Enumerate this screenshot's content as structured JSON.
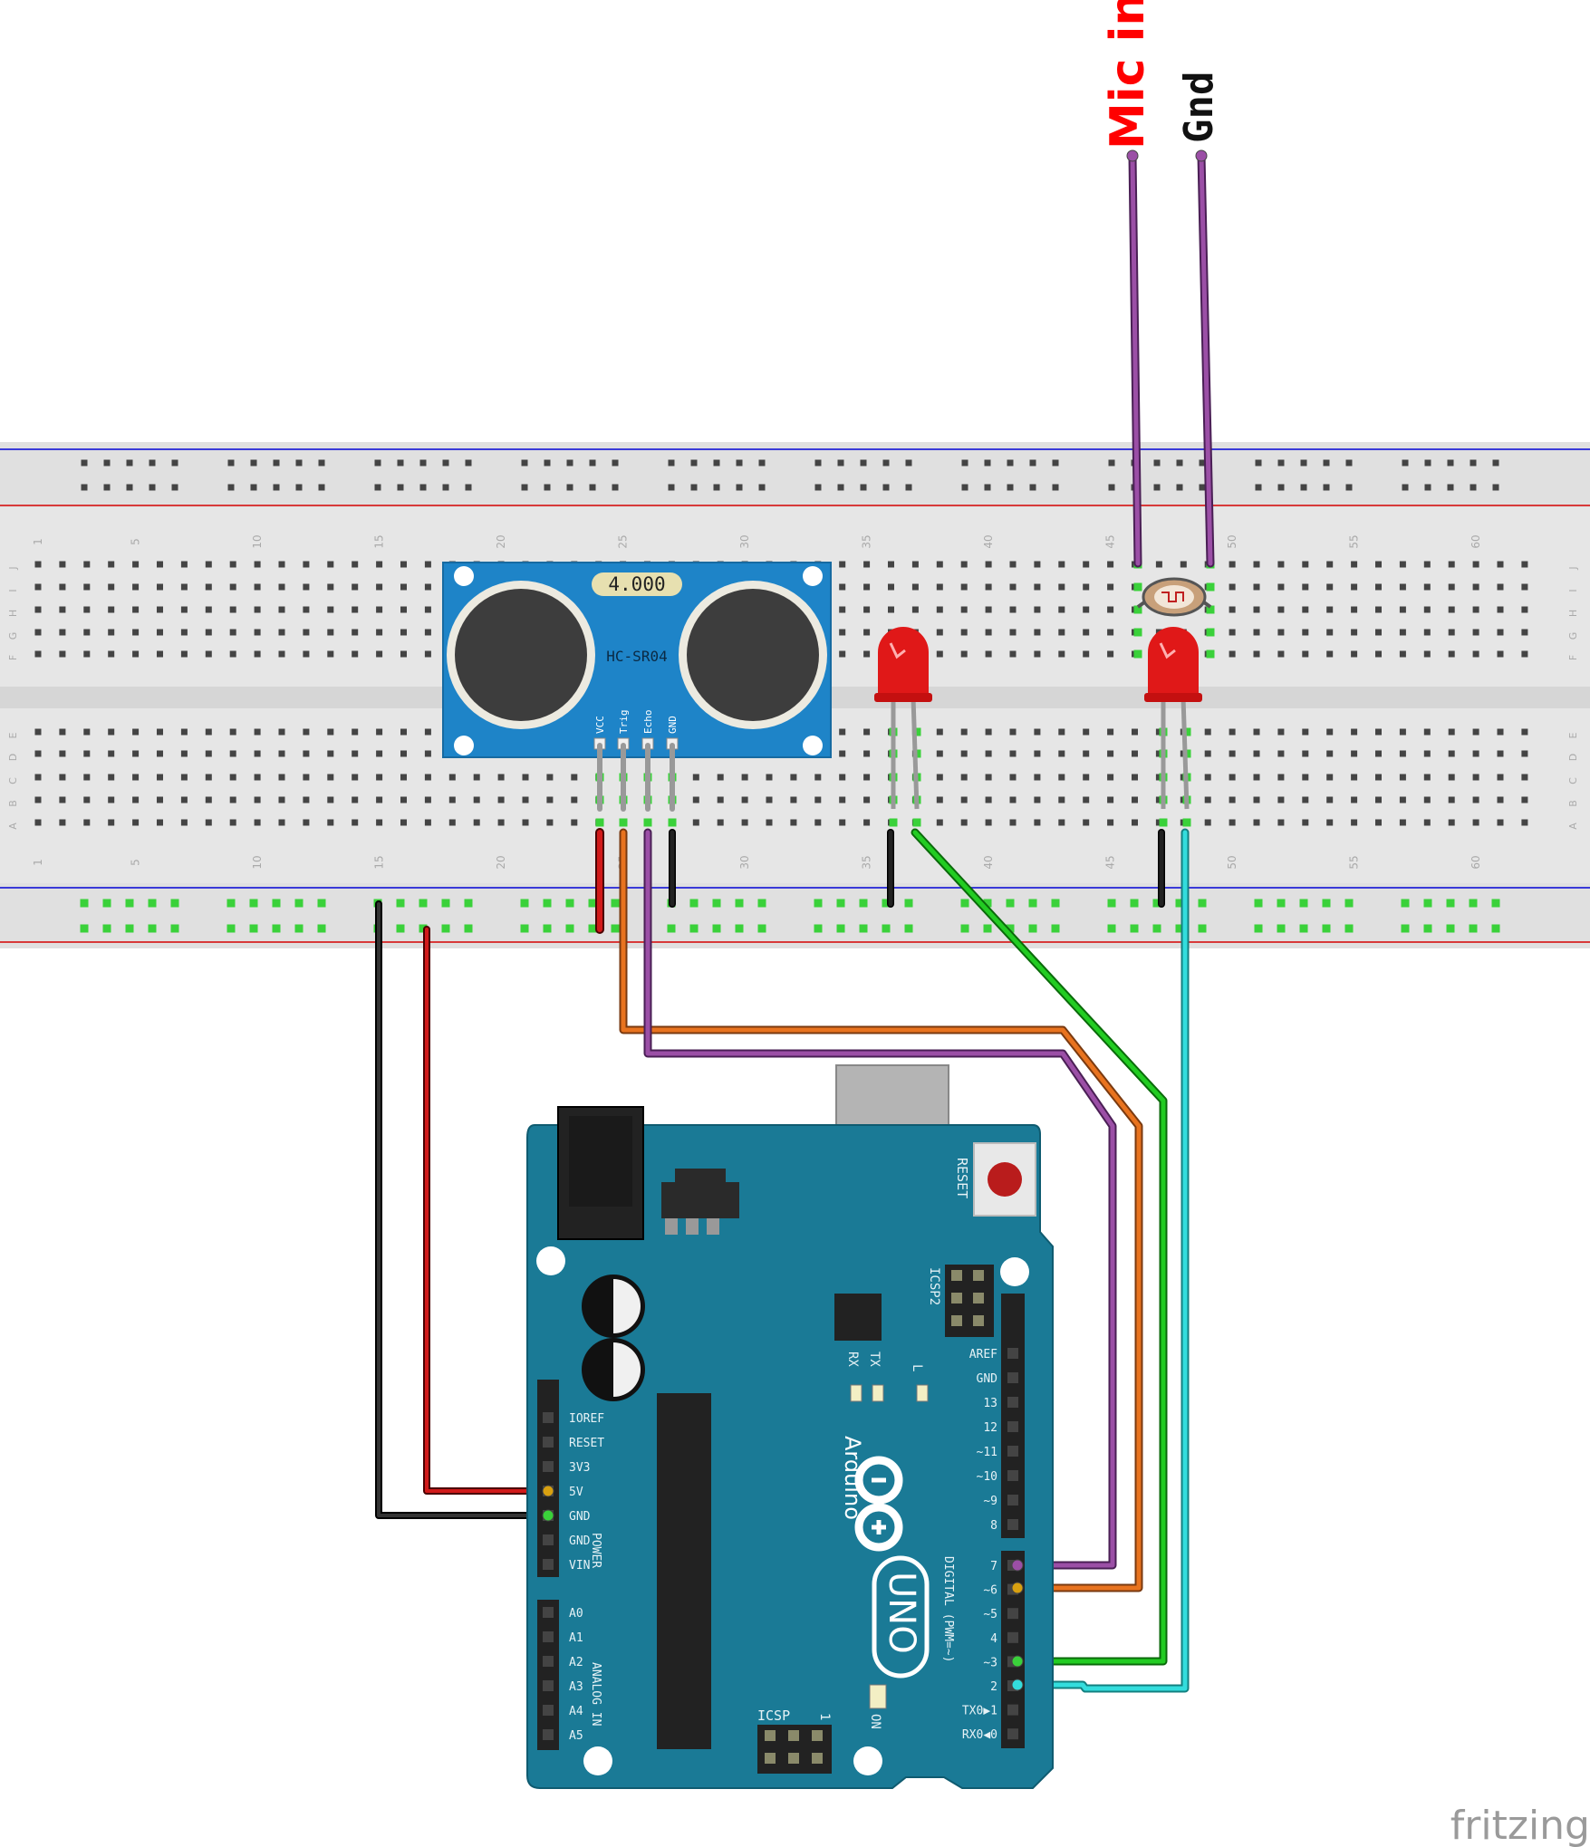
{
  "title_labels": {
    "mic_in": "Mic in",
    "gnd": "Gnd"
  },
  "sensor": {
    "display": "4.000",
    "name": "HC-SR04",
    "pins": [
      "VCC",
      "Trig",
      "Echo",
      "GND"
    ]
  },
  "breadboard": {
    "row_letters_top": [
      "J",
      "I",
      "H",
      "G",
      "F"
    ],
    "row_letters_bottom": [
      "E",
      "D",
      "C",
      "B",
      "A"
    ],
    "column_numbers": [
      "1",
      "5",
      "10",
      "15",
      "20",
      "25",
      "30",
      "35",
      "40",
      "45",
      "50",
      "55",
      "60"
    ]
  },
  "arduino": {
    "reset_label": "RESET",
    "icsp2_label": "ICSP2",
    "rx_label": "RX",
    "tx_label": "TX",
    "l_label": "L",
    "brand": "Arduino",
    "model": "UNO",
    "on_label": "ON",
    "icsp_label": "ICSP",
    "icsp_one": "1",
    "power_header_label": "POWER",
    "analog_header_label": "ANALOG IN",
    "digital_header_label": "DIGITAL (PWM=~)",
    "power_pins": [
      "IOREF",
      "RESET",
      "3V3",
      "5V",
      "GND",
      "GND",
      "VIN"
    ],
    "analog_pins": [
      "A0",
      "A1",
      "A2",
      "A3",
      "A4",
      "A5"
    ],
    "digital_pins_top": [
      "AREF",
      "GND",
      "13",
      "12",
      "~11",
      "~10",
      "~9",
      "8"
    ],
    "digital_pins_bottom": [
      "7",
      "~6",
      "~5",
      "4",
      "~3",
      "2",
      "TX0▶1",
      "RX0◀0"
    ]
  },
  "colors": {
    "red_label": "#ff0000",
    "wire_purple": "#9b4fa6",
    "wire_orange": "#e8731f",
    "wire_green": "#22cc22",
    "wire_cyan": "#33dddd",
    "board_blue": "#1a7a96",
    "sensor_blue": "#1e84c8"
  },
  "watermark": "fritzing"
}
